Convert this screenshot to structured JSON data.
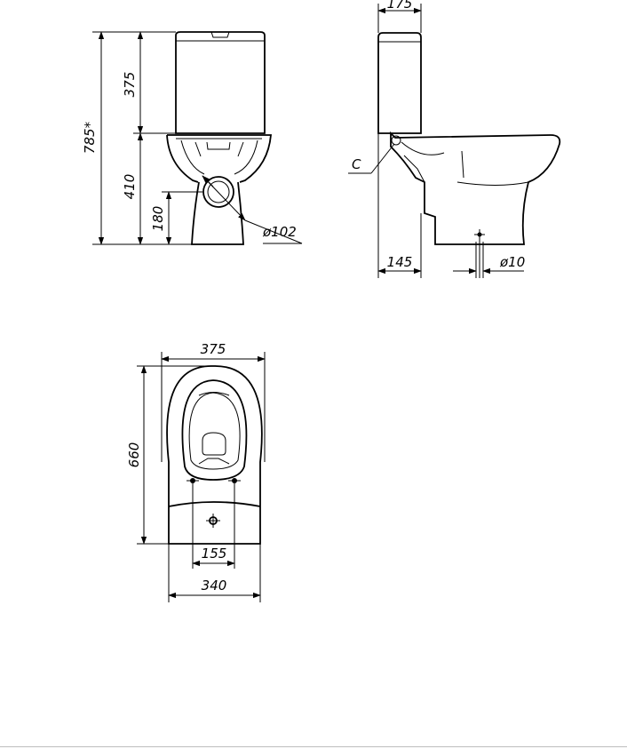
{
  "colors": {
    "line": "#000000",
    "background": "#ffffff",
    "footer_rule": "#bdbdbd"
  },
  "front_view": {
    "dim_total_height": "785*",
    "dim_tank_height": "375",
    "dim_bowl_height": "410",
    "dim_outlet_height": "180",
    "dim_outlet_diameter": "ø102"
  },
  "side_view": {
    "dim_tank_depth": "175",
    "label_detail": "C",
    "dim_wall_to_outlet": "145",
    "dim_bolt_diameter": "ø10"
  },
  "top_view": {
    "dim_width": "375",
    "dim_length": "660",
    "dim_bolt_spacing": "155",
    "dim_base_width": "340"
  }
}
